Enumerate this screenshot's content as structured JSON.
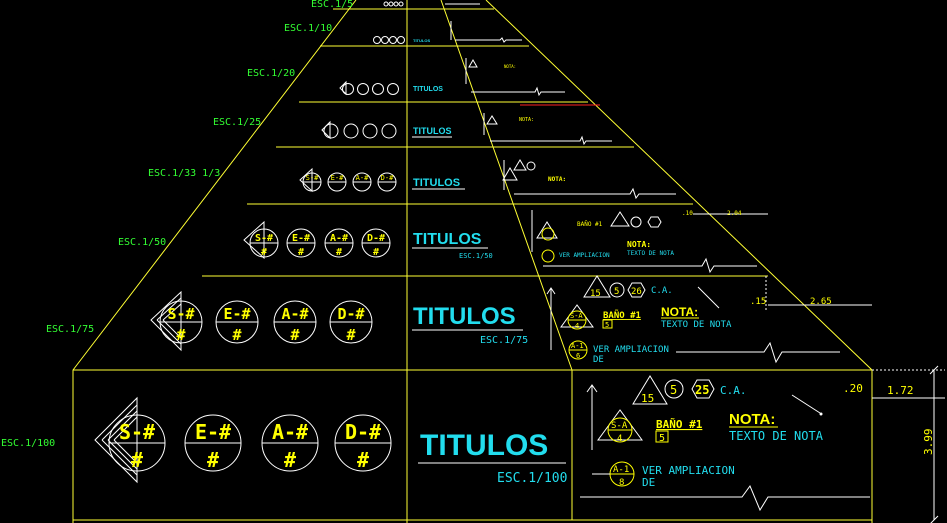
{
  "colors": {
    "frame": "#ffff33",
    "scale": "#33ff33",
    "title": "#22ddee",
    "symbol": "#ffff00",
    "note": "#00ffff",
    "white": "#ffffff",
    "red": "#ff2222"
  },
  "levels": [
    {
      "scale_label": "ESC.1/5"
    },
    {
      "scale_label": "ESC.1/10"
    },
    {
      "scale_label": "ESC.1/20"
    },
    {
      "scale_label": "ESC.1/25"
    },
    {
      "scale_label": "ESC.1/33 1/3"
    },
    {
      "scale_label": "ESC.1/50"
    },
    {
      "scale_label": "ESC.1/75"
    },
    {
      "scale_label": "ESC.1/100"
    }
  ],
  "symbols": {
    "codes": [
      "S-#",
      "E-#",
      "A-#",
      "D-#"
    ],
    "mark": "#"
  },
  "titles": {
    "main": "TITULOS",
    "sub_75": "ESC.1/75",
    "sub_100": "ESC.1/100",
    "sub_50": "ESC.1/50"
  },
  "notes": {
    "hex_15": "15",
    "circle_5": "5",
    "hex_25": "25",
    "ca": "C.A.",
    "sa_top": "S-A",
    "sa_bottom": "4",
    "bano": "BAÑO #1",
    "bano_num": "5",
    "nota": "NOTA:",
    "texto_nota": "TEXTO DE NOTA",
    "a1_top": "A-1",
    "a1_bottom": "8",
    "ver_ampliacion": "VER AMPLIACION",
    "de": "DE",
    "bano_75_num": "5",
    "a1_75_bottom": "6",
    "circle_5_75": "5",
    "hex_26_75": "26",
    "sa_75_bottom": "4"
  },
  "dimensions": {
    "d_020": ".20",
    "d_172": "1.72",
    "d_399": "3.99",
    "d_015": ".15",
    "d_265": "2.65",
    "d_010": ".10",
    "d_204": "2.04"
  }
}
